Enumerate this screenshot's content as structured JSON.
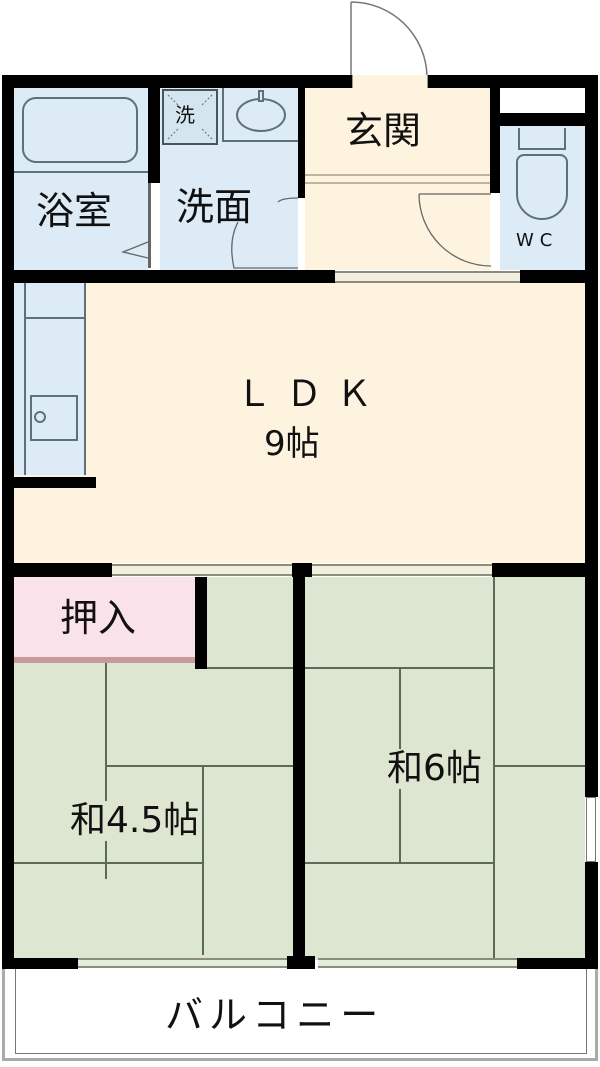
{
  "floor_plan": {
    "layout": "2LDK",
    "colors": {
      "wall": "#000000",
      "wet_area": "#dcebf5",
      "living": "#fdf3df",
      "tatami": "#dde6d0",
      "closet": "#fae2ea",
      "balcony": "#ffffff"
    },
    "rooms": {
      "bathroom": {
        "label": "浴室"
      },
      "washroom": {
        "label": "洗面",
        "washer_label": "洗"
      },
      "entrance": {
        "label": "玄関"
      },
      "toilet": {
        "label": "WC"
      },
      "ldk": {
        "label": "ＬＤＫ",
        "size": "9帖"
      },
      "closet": {
        "label": "押入"
      },
      "japanese_room_1": {
        "label": "和4.5帖"
      },
      "japanese_room_2": {
        "label": "和6帖"
      },
      "balcony": {
        "label": "バルコニー"
      }
    }
  }
}
